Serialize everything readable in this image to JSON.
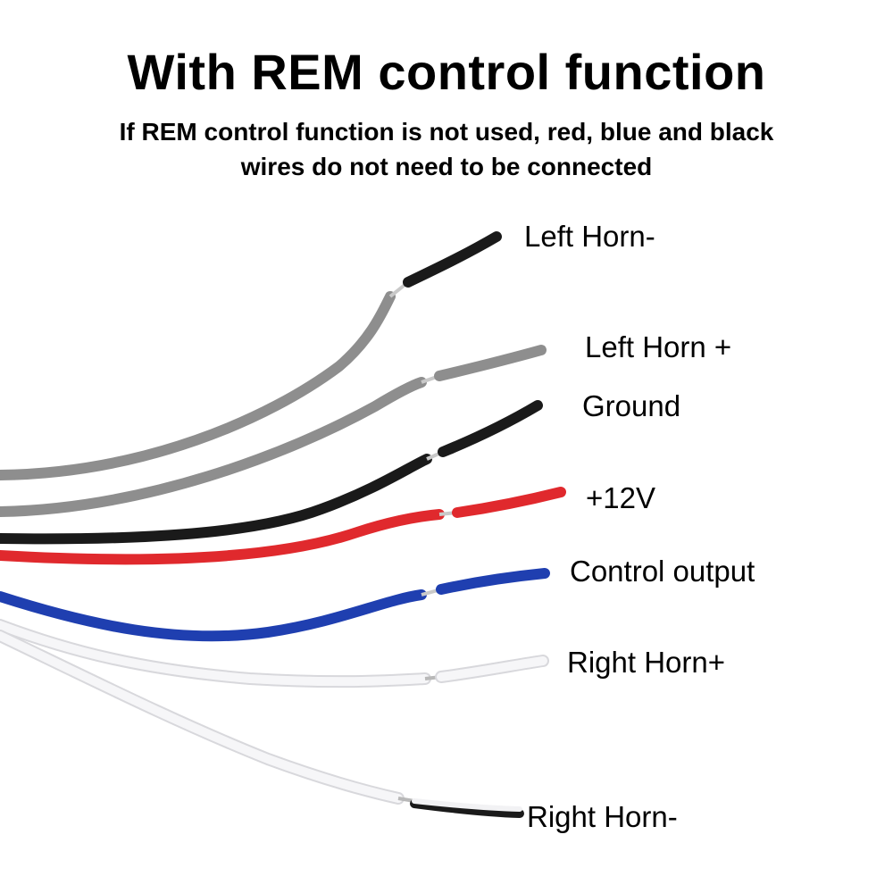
{
  "title": "With REM control function",
  "subtitle": "If REM control function is not used, red, blue and black wires do not need to be connected",
  "wires": [
    {
      "label": "Left Horn-",
      "insulation": "#8e8e8e",
      "tip": "#1a1a1a"
    },
    {
      "label": "Left Horn +",
      "insulation": "#8e8e8e",
      "tip": "#8e8e8e"
    },
    {
      "label": "Ground",
      "insulation": "#1a1a1a",
      "tip": "#1a1a1a"
    },
    {
      "label": "+12V",
      "insulation": "#e0292d",
      "tip": "#e0292d"
    },
    {
      "label": "Control output",
      "insulation": "#1f3fb0",
      "tip": "#1f3fb0"
    },
    {
      "label": "Right Horn+",
      "insulation": "#f4f4f6",
      "tip": "#f4f4f6"
    },
    {
      "label": "Right Horn-",
      "insulation": "#f4f4f6",
      "tip": "#1a1a1a"
    }
  ]
}
